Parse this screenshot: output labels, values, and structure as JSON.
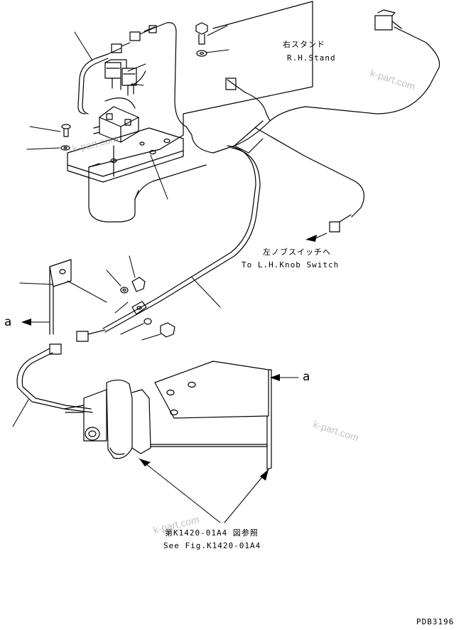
{
  "labels": {
    "rh_stand_ja": "右スタンド",
    "rh_stand_en": "R.H.Stand",
    "lh_knob_ja": "左ノブスイッチへ",
    "lh_knob_en": "To L.H.Knob Switch",
    "see_fig_ja": "第K1420-01A4 図参照",
    "see_fig_en": "See Fig.K1420-01A4",
    "view_a_left": "a",
    "view_a_right": "a",
    "drawing_code": "PDB3196"
  },
  "watermarks": [
    "k-part.com",
    "k-part.com",
    "k-part.com",
    "k-part.com"
  ],
  "colors": {
    "line": "#000000",
    "paper": "#ffffff",
    "watermark": "#9a9a9a"
  }
}
